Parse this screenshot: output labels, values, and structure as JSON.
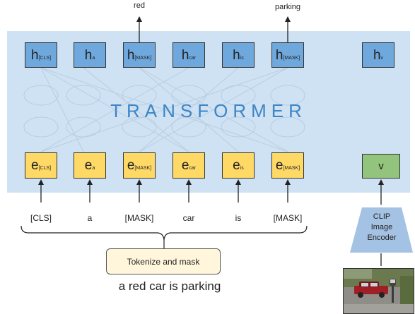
{
  "outputs": {
    "left": "red",
    "right": "parking"
  },
  "transformer_label": "TRANSFORMER",
  "hidden_states": [
    {
      "main": "h",
      "sub": "[CLS]"
    },
    {
      "main": "h",
      "sub": "a"
    },
    {
      "main": "h",
      "sub": "[MASK]"
    },
    {
      "main": "h",
      "sub": "car"
    },
    {
      "main": "h",
      "sub": "is"
    },
    {
      "main": "h",
      "sub": "[MASK]"
    }
  ],
  "hidden_visual": {
    "main": "h",
    "sub": "v"
  },
  "embeddings": [
    {
      "main": "e",
      "sub": "[CLS]"
    },
    {
      "main": "e",
      "sub": "a"
    },
    {
      "main": "e",
      "sub": "[MASK]"
    },
    {
      "main": "e",
      "sub": "car"
    },
    {
      "main": "e",
      "sub": "is"
    },
    {
      "main": "e",
      "sub": "[MASK]"
    }
  ],
  "visual_embedding": "v",
  "tokens": [
    "[CLS]",
    "a",
    "[MASK]",
    "car",
    "is",
    "[MASK]"
  ],
  "tokenize_step": "Tokenize and mask",
  "sentence": "a red car is parking",
  "encoder": {
    "line1": "CLIP",
    "line2": "Image",
    "line3": "Encoder"
  },
  "colors": {
    "transformer_band": "#cfe2f3",
    "hidden_box": "#6fa8dc",
    "embedding_box": "#ffd966",
    "visual_box": "#93c47d",
    "encoder_shape": "#a4c2e3",
    "transformer_text": "#3d85c6"
  }
}
